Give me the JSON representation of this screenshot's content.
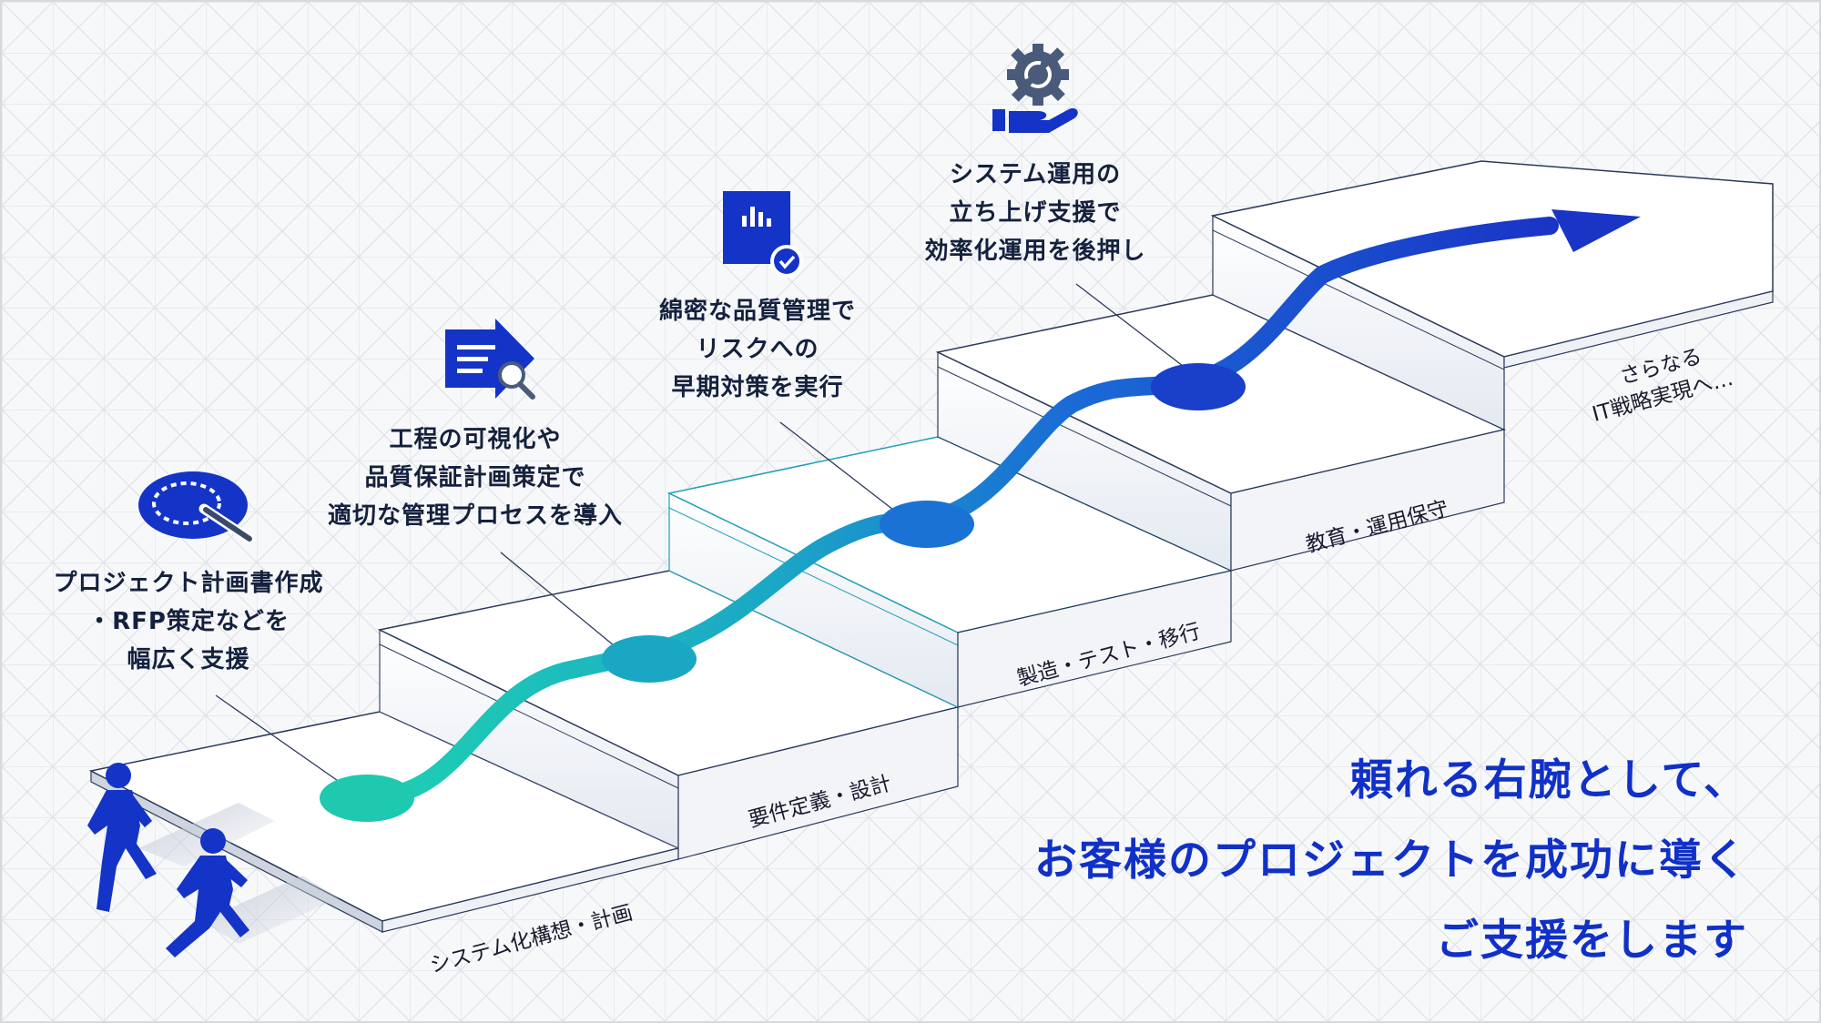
{
  "steps": [
    {
      "label": "システム化構想・計画",
      "node_color": "#1ec9b0"
    },
    {
      "label": "要件定義・設計",
      "node_color": "#1aa7c4"
    },
    {
      "label": "製造・テスト・移行",
      "node_color": "#1a73d4"
    },
    {
      "label": "教育・運用保守",
      "node_color": "#1a3fc8"
    }
  ],
  "captions": [
    {
      "lines": [
        "プロジェクト計画書作成",
        "・RFP策定などを",
        "幅広く支援"
      ],
      "icon": "planning-target-icon"
    },
    {
      "lines": [
        "工程の可視化や",
        "品質保証計画策定で",
        "適切な管理プロセスを導入"
      ],
      "icon": "document-search-icon"
    },
    {
      "lines": [
        "綿密な品質管理で",
        "リスクへの",
        "早期対策を実行"
      ],
      "icon": "quality-chart-check-icon"
    },
    {
      "lines": [
        "システム運用の",
        "立ち上げ支援で",
        "効率化運用を後押し"
      ],
      "icon": "gear-hand-icon"
    }
  ],
  "next": {
    "lines": [
      "さらなる",
      "IT戦略実現へ…"
    ]
  },
  "headline": {
    "lines": [
      "頼れる右腕として、",
      "お客様のプロジェクトを成功に導く",
      "ご支援をします"
    ]
  },
  "colors": {
    "accent": "#1030c8",
    "icon_blue": "#1433c7",
    "line": "#2a3a5a"
  },
  "figures": "running-businesspeople-icon"
}
